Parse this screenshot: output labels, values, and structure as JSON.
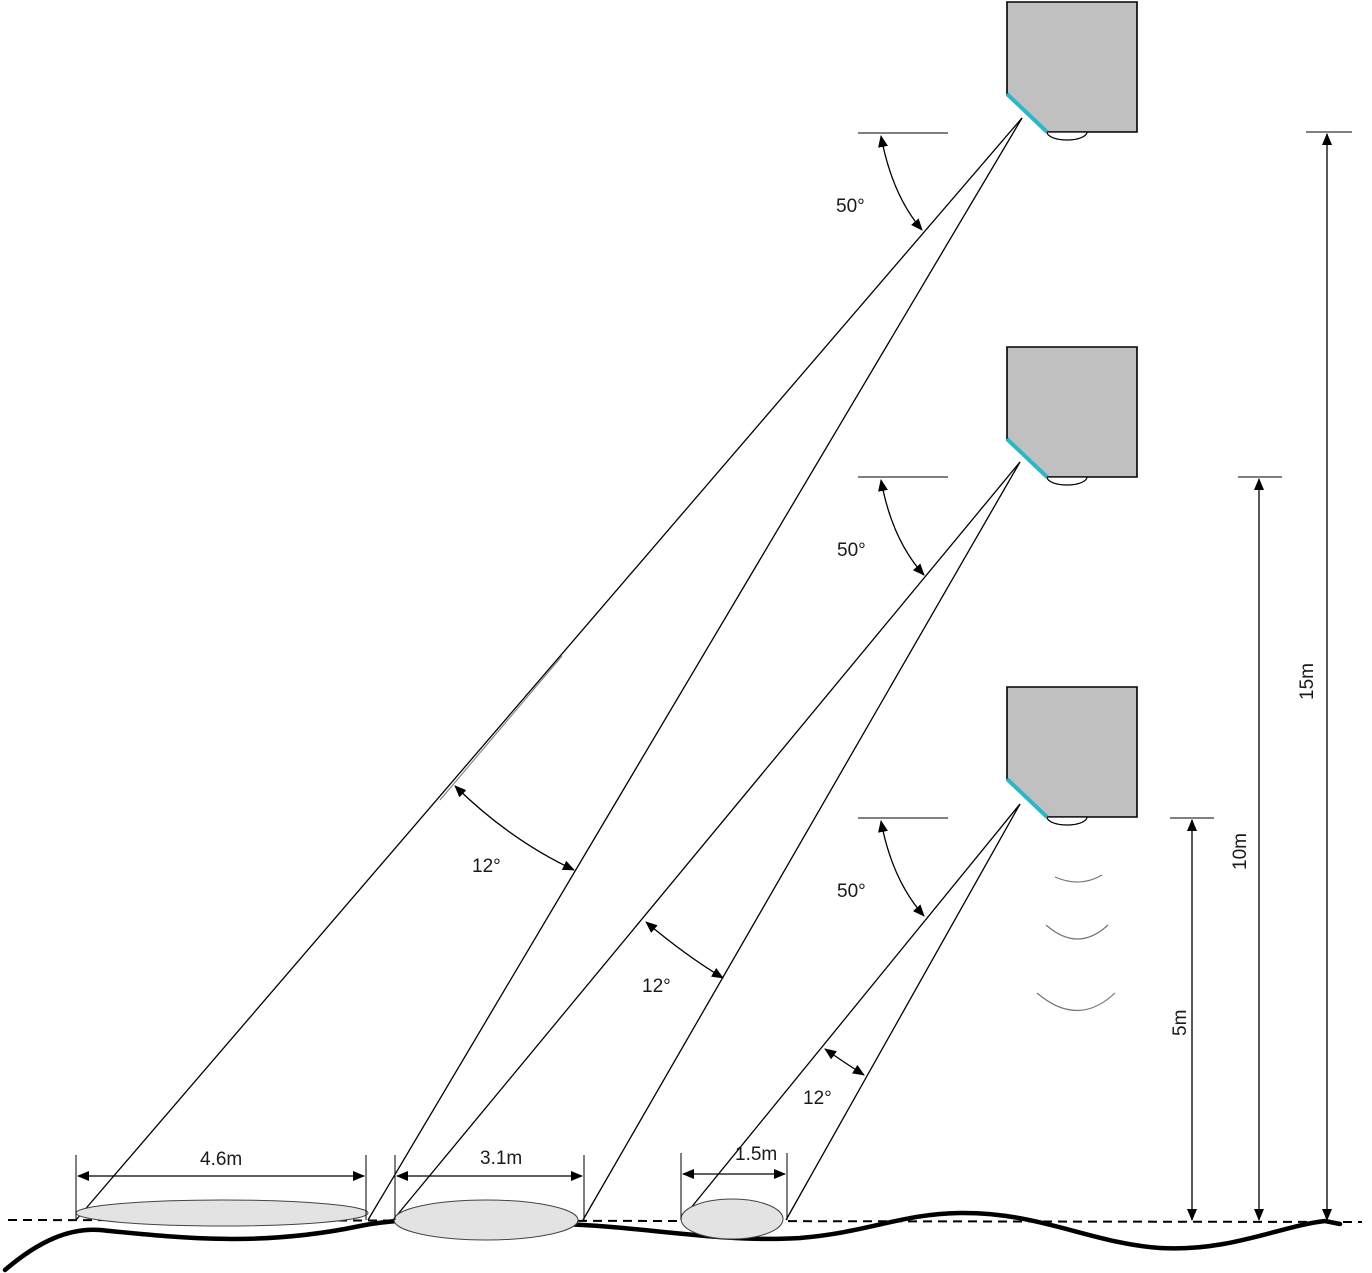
{
  "colors": {
    "sensor_body": "#c0c0c0",
    "sensor_window": "#2ab7c9",
    "beam_spot": "#e3e3e3",
    "line": "#000000"
  },
  "sensors": [
    {
      "height": "15m",
      "angle": "50°",
      "beam": "12°",
      "spot": "4.6m"
    },
    {
      "height": "10m",
      "angle": "50°",
      "beam": "12°",
      "spot": "3.1m"
    },
    {
      "height": "5m",
      "angle": "50°",
      "beam": "12°",
      "spot": "1.5m"
    }
  ],
  "icons": {
    "sensor": "sensor-housing-icon",
    "signal": "signal-waves-icon"
  }
}
